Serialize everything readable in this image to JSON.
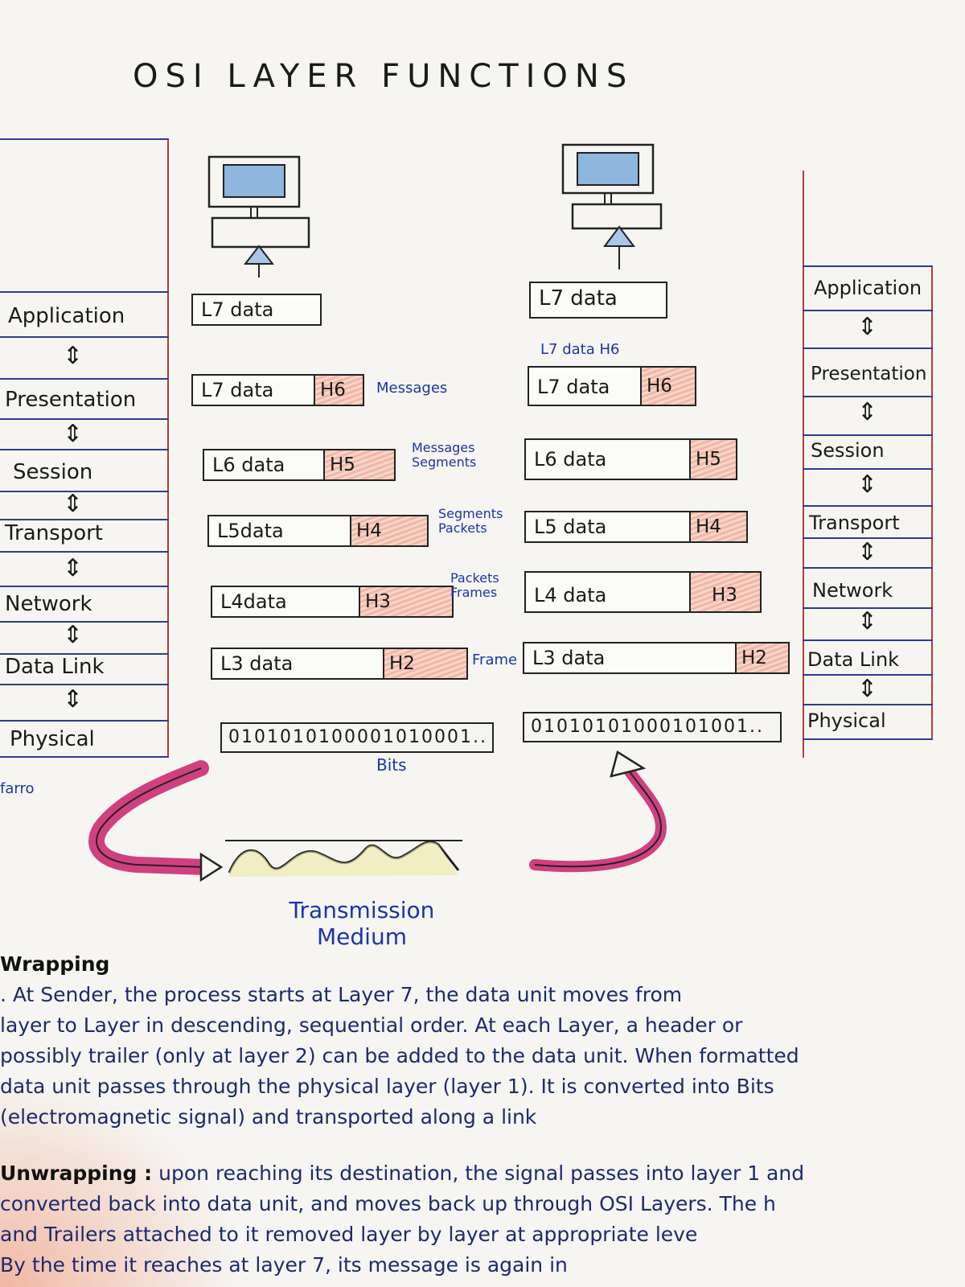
{
  "title": "OSI LAYER FUNCTIONS",
  "left_stack": [
    "Application",
    "Presentation",
    "Session",
    "Transport",
    "Network",
    "Data Link",
    "Physical"
  ],
  "right_stack": [
    "Application",
    "Presentation",
    "Session",
    "Transport",
    "Network",
    "Data Link",
    "Physical"
  ],
  "sender": {
    "top": "L7 data",
    "units": [
      {
        "label": "L7 data",
        "header": "H6",
        "note": "Messages"
      },
      {
        "label": "L6 data",
        "header": "H5",
        "note": "Messages Segments"
      },
      {
        "label": "L5data",
        "header": "H4",
        "note": "Segments Packets"
      },
      {
        "label": "L4data",
        "header": "H3",
        "note": "Packets Frames"
      },
      {
        "label": "L3 data",
        "header": "H2",
        "note": "Frame"
      }
    ],
    "bits": "0101010100001010001..",
    "bits_label": "Bits"
  },
  "receiver": {
    "top": "L7 data",
    "scribble": "L7 data H6",
    "units": [
      {
        "label": "L7 data",
        "header": "H6"
      },
      {
        "label": "L6 data",
        "header": "H5"
      },
      {
        "label": "L5 data",
        "header": "H4"
      },
      {
        "label": "L4 data",
        "header": "H3"
      },
      {
        "label": "L3 data",
        "header": "H2"
      }
    ],
    "bits": "01010101000101001.."
  },
  "margin_note": "farro",
  "medium_label": [
    "Transmission",
    "Medium"
  ],
  "paragraphs": {
    "wrapping_head": "Wrapping",
    "wrapping": [
      ". At Sender, the process starts at Layer 7, the data unit moves from",
      "layer to Layer in descending, sequential order. At each Layer, a header or",
      "possibly trailer (only at layer 2) can be added to the data unit. When formatted",
      "data unit passes through the physical layer (layer 1). It is converted into Bits",
      "(electromagnetic signal) and transported along a link"
    ],
    "unwrapping_head": "Unwrapping :",
    "unwrapping_first": "upon reaching its destination, the signal passes into layer 1 and",
    "unwrapping": [
      "converted back into data unit, and moves back up through OSI Layers. The h",
      "and Trailers attached to it removed layer by layer at appropriate leve",
      "By the time it reaches at layer 7, its message is again in"
    ]
  },
  "colors": {
    "ink_blue": "#1d34a8",
    "stack_border": "#b83a3a",
    "header_fill": "#f1b7a6",
    "arrow_pink": "#d0407f"
  }
}
